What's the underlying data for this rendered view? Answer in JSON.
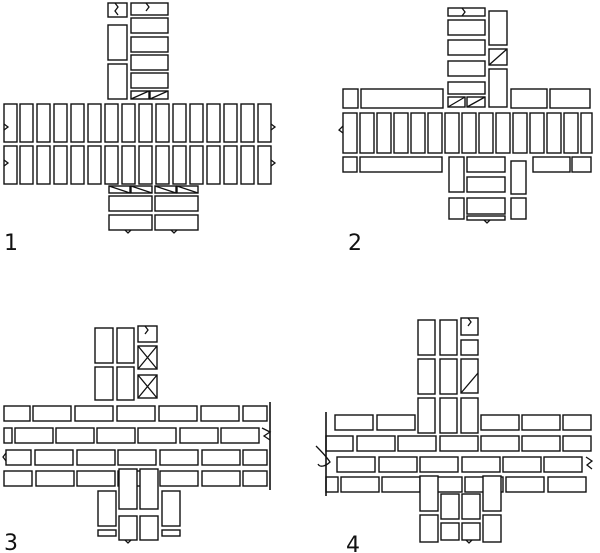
{
  "figures": [
    {
      "number": "1"
    },
    {
      "number": "2"
    },
    {
      "number": "3"
    },
    {
      "number": "4"
    }
  ],
  "colors": {
    "stroke": "#111111",
    "background": "#ffffff"
  }
}
